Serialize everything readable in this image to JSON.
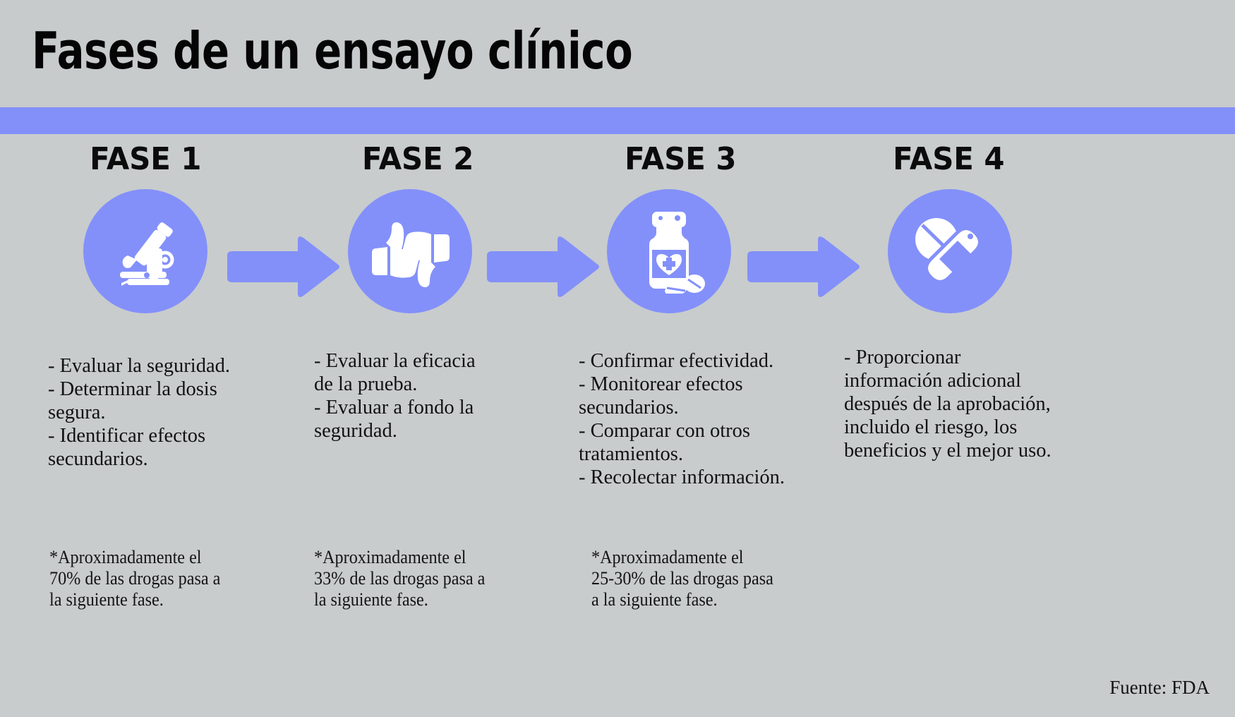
{
  "header": {
    "title": "Fases de un ensayo clínico",
    "accent_color": "#8390fa",
    "background_color": "#c8cccd"
  },
  "phases": [
    {
      "title": "FASE 1",
      "icon": "microscope-icon",
      "bullets": [
        "- Evaluar la seguridad.",
        "- Determinar la dosis",
        "segura.",
        "- Identificar efectos",
        "secundarios."
      ],
      "footnote": [
        "*Aproximadamente el",
        "70% de las drogas pasa a",
        "la siguiente fase."
      ]
    },
    {
      "title": "FASE 2",
      "icon": "thumbs-up-down-icon",
      "bullets": [
        "- Evaluar la eficacia",
        "de la prueba.",
        " - Evaluar a fondo la",
        "seguridad."
      ],
      "footnote": [
        "*Aproximadamente el",
        "33% de las drogas pasa a",
        "la siguiente fase."
      ]
    },
    {
      "title": "FASE 3",
      "icon": "medicine-bottle-icon",
      "bullets": [
        "- Confirmar efectividad.",
        "- Monitorear efectos",
        "secundarios.",
        "- Comparar con otros",
        "tratamientos.",
        "- Recolectar información."
      ],
      "footnote": [
        "*Aproximadamente el",
        "25-30% de las drogas pasa",
        "a la siguiente fase."
      ]
    },
    {
      "title": "FASE 4",
      "icon": "pill-capsule-icon",
      "bullets": [
        "- Proporcionar",
        "información adicional",
        "después de la aprobación,",
        "incluido el riesgo, los",
        "beneficios y el mejor uso."
      ],
      "footnote": []
    }
  ],
  "arrows": [
    {
      "name": "arrow-phase1-to-phase2"
    },
    {
      "name": "arrow-phase2-to-phase3"
    },
    {
      "name": "arrow-phase3-to-phase4"
    }
  ],
  "source": "Fuente: FDA"
}
